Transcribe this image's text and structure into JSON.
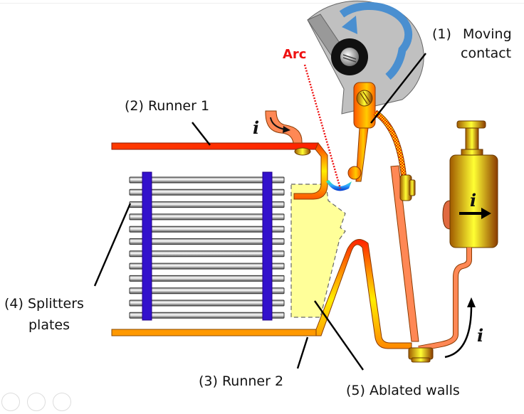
{
  "diagram": {
    "title": "Circuit breaker arc chute",
    "labels": {
      "moving_contact_num": "(1)",
      "moving_contact_line1": "Moving",
      "moving_contact_line2": "contact",
      "runner1": "(2) Runner 1",
      "runner2": "(3) Runner 2",
      "splitters_line1": "(4) Splitters",
      "splitters_line2": "plates",
      "ablated_walls": "(5) Ablated walls",
      "arc": "Arc",
      "current_symbol": "i"
    },
    "splitter_plate_count": 12,
    "colors": {
      "runner1": "#ff3300",
      "runner2": "#ff9900",
      "arc_label": "#ee1111",
      "ablated_wall_fill": "#ffff99",
      "splitter_bar": "#3311cc",
      "rotation_arrow": "#4a8fd0",
      "copper": "#ff8855",
      "brass": "#e8b800"
    }
  }
}
